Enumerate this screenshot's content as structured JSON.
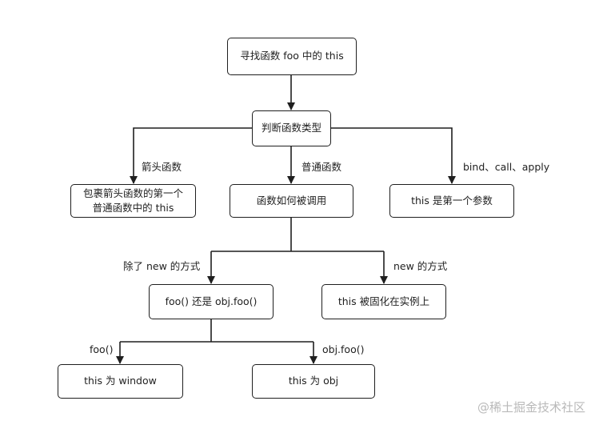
{
  "nodes": {
    "start": "寻找函数 foo 中的 this",
    "judge": "判断函数类型",
    "arrow_fn": "包裹箭头函数的第一个\n普通函数中的 this",
    "normal_fn": "函数如何被调用",
    "bind_call_apply": "this 是第一个参数",
    "not_new": "foo() 还是 obj.foo()",
    "new_way": "this 被固化在实例上",
    "this_window": "this 为 window",
    "this_obj": "this 为 obj"
  },
  "edge_labels": {
    "arrow": "箭头函数",
    "normal": "普通函数",
    "bind": "bind、call、apply",
    "not_new": "除了 new 的方式",
    "new": "new 的方式",
    "foo_call": "foo()",
    "obj_call": "obj.foo()"
  },
  "watermark": "@稀土掘金技术社区",
  "colors": {
    "stroke": "#1f1f1f",
    "fill": "#ffffff",
    "watermark": "#b9b9b9"
  }
}
